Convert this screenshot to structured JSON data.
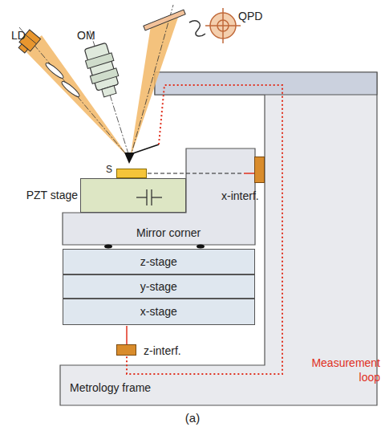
{
  "diagram": {
    "caption": "(a)",
    "nodes": [
      {
        "text": [
          "S"
        ]
      },
      {
        "text": [
          "PZT stage"
        ]
      },
      {
        "text": [
          "x-interf."
        ]
      },
      {
        "text": [
          "Mirror corner"
        ]
      },
      {
        "text": [
          "z-stage"
        ]
      },
      {
        "text": [
          "y-stage"
        ]
      },
      {
        "text": [
          "x-stage"
        ]
      },
      {
        "text": [
          "z-interf."
        ]
      },
      {
        "text": [
          "Metrology frame"
        ]
      }
    ],
    "labels": [
      "LD",
      "OM",
      "QPD",
      "Measurement loop"
    ]
  }
}
